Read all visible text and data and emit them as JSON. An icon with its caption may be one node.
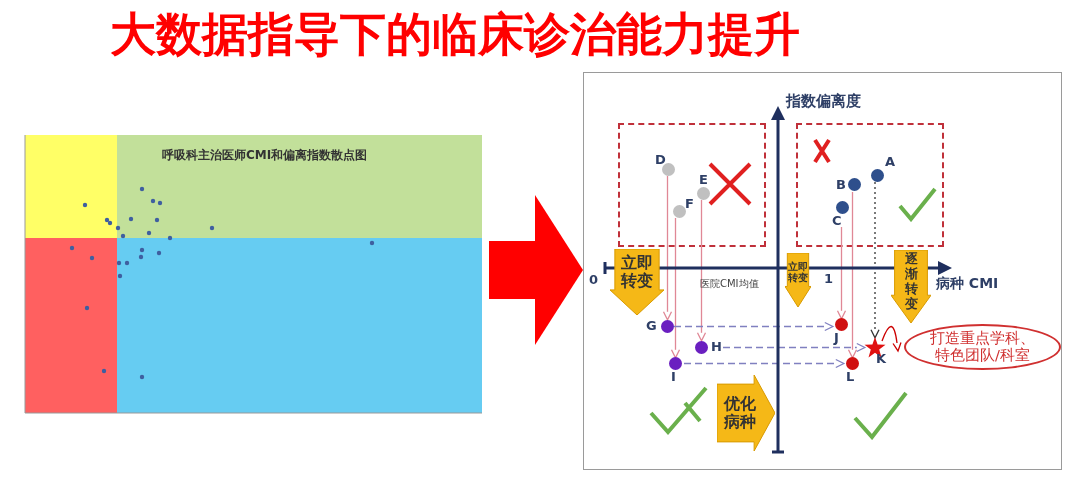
{
  "diagram": {
    "title": "大数据指导下的临床诊治能力提升",
    "nodes": [
      {
        "text": [
          "呼吸科主治医师CMI和偏离指数散点图"
        ]
      },
      {
        "text": [],
        "shape": "box"
      },
      {
        "text": [],
        "shape": "box",
        "in": 1
      },
      {
        "text": [],
        "shape": "box",
        "in": 1
      },
      {
        "text": [
          "D"
        ],
        "in": 2
      },
      {
        "text": [
          "E"
        ],
        "in": 2
      },
      {
        "text": [
          "F"
        ],
        "in": 2
      },
      {
        "text": [
          "A"
        ],
        "in": 3
      },
      {
        "text": [
          "B"
        ],
        "in": 3
      },
      {
        "text": [
          "C"
        ],
        "in": 3
      },
      {
        "text": [
          "立即转变"
        ],
        "in": 1
      },
      {
        "text": [
          "立即转变"
        ],
        "in": 1
      },
      {
        "text": [
          "逐渐转变"
        ],
        "in": 1
      },
      {
        "text": [
          "G"
        ],
        "in": 1
      },
      {
        "text": [
          "H"
        ],
        "in": 1
      },
      {
        "text": [
          "I"
        ],
        "in": 1
      },
      {
        "text": [
          "优化病种"
        ],
        "in": 1
      },
      {
        "text": [
          "J"
        ],
        "in": 1
      },
      {
        "text": [
          "K"
        ],
        "in": 1
      },
      {
        "text": [
          "L"
        ],
        "in": 1
      },
      {
        "text": [
          "打造重点学科、特色团队/科室"
        ],
        "in": 1
      }
    ],
    "edges": [
      {
        "from": 0,
        "to": 1,
        "arrow": "to",
        "style": "thick",
        "color": "#ff0000"
      },
      {
        "from": 4,
        "to": 13,
        "arrow": "to"
      },
      {
        "from": 5,
        "to": 14,
        "arrow": "to"
      },
      {
        "from": 6,
        "to": 15,
        "arrow": "to"
      },
      {
        "from": 9,
        "to": 17,
        "arrow": "to"
      },
      {
        "from": 8,
        "to": 19,
        "arrow": "to"
      },
      {
        "from": 7,
        "to": 18,
        "arrow": "to",
        "style": "dashed",
        "color": "#333333"
      },
      {
        "from": 13,
        "to": 17,
        "arrow": "to",
        "style": "dashed",
        "color": "#8080c0"
      },
      {
        "from": 14,
        "to": 18,
        "arrow": "to",
        "style": "dashed",
        "color": "#8080c0"
      },
      {
        "from": 15,
        "to": 19,
        "arrow": "to",
        "style": "dashed",
        "color": "#8080c0"
      },
      {
        "from": 18,
        "to": 20,
        "arrow": "to",
        "color": "#cc0000"
      }
    ],
    "labels": [
      "指数偏离度",
      "0",
      "医院CMI均值",
      "1",
      "病种 CMI"
    ]
  }
}
